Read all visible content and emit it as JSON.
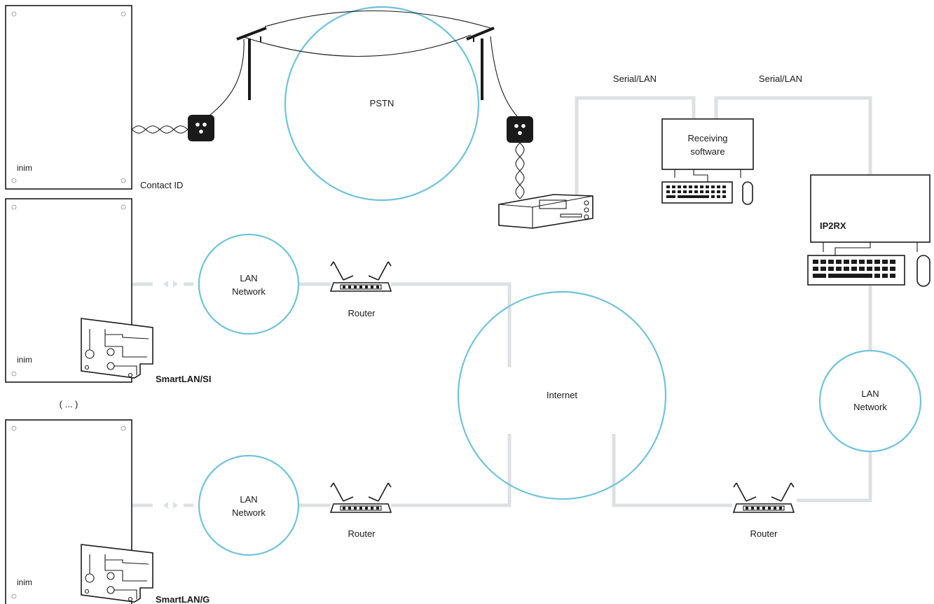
{
  "labels": {
    "contact_id": "Contact ID",
    "pstn": "PSTN",
    "serial_lan_1": "Serial/LAN",
    "serial_lan_2": "Serial/LAN",
    "receiving_software_line1": "Receiving",
    "receiving_software_line2": "software",
    "ip2rx": "IP2RX",
    "lan_network_1_line1": "LAN",
    "lan_network_1_line2": "Network",
    "lan_network_2_line1": "LAN",
    "lan_network_2_line2": "Network",
    "lan_network_3_line1": "LAN",
    "lan_network_3_line2": "Network",
    "router_1": "Router",
    "router_2": "Router",
    "router_3": "Router",
    "internet": "Internet",
    "smartlan_si": "SmartLAN/SI",
    "smartlan_g": "SmartLAN/G",
    "ellipsis": "( ... )",
    "brand_1": "inim",
    "brand_2": "inim",
    "brand_3": "inim"
  },
  "colors": {
    "network_cloud": "#6ec3dd",
    "connection_line": "#dde1e4",
    "ink": "#1a1a1a"
  }
}
